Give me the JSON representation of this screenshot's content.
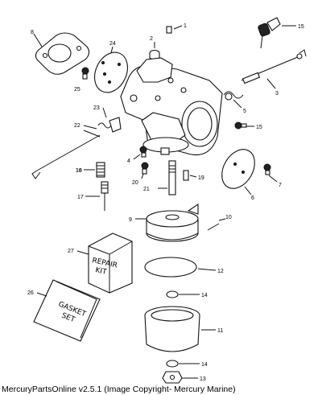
{
  "callouts": [
    "1",
    "2",
    "3",
    "4",
    "5",
    "6",
    "7",
    "8",
    "9",
    "10",
    "11",
    "12",
    "13",
    "14",
    "14",
    "15",
    "15",
    "16",
    "17",
    "18",
    "19",
    "20",
    "21",
    "22",
    "23",
    "24",
    "25",
    "26",
    "27"
  ],
  "repair_kit_label": [
    "REPAIR",
    "KIT"
  ],
  "gasket_set_label": [
    "GASKET",
    "SET"
  ],
  "footer": "MercuryPartsOnline v2.5.1 (Image Copyright- Mercury Marine)"
}
